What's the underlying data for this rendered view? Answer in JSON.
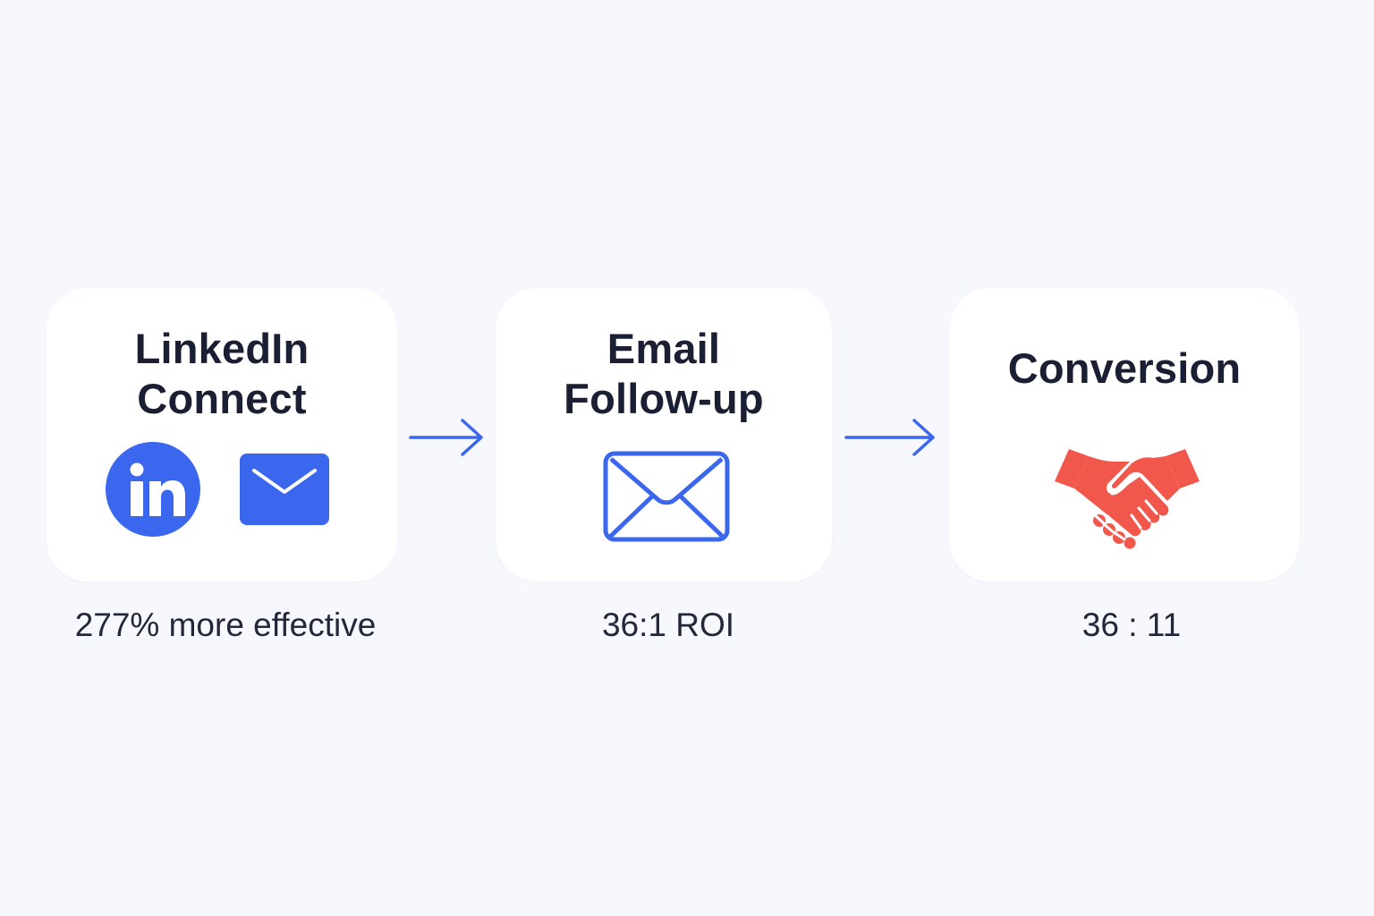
{
  "steps": [
    {
      "title": "LinkedIn\nConnect",
      "caption": "277% more effective",
      "icons": [
        "linkedin-icon",
        "mail-icon"
      ]
    },
    {
      "title": "Email\nFollow-up",
      "caption": "36:1 ROI",
      "icons": [
        "envelope-icon"
      ]
    },
    {
      "title": "Conversion",
      "caption": "36 : 11",
      "icons": [
        "handshake-icon"
      ]
    }
  ],
  "colors": {
    "background": "#f7f8fd",
    "card": "#ffffff",
    "text": "#1b1f33",
    "accent_blue": "#3a67ee",
    "accent_red": "#f2574b"
  }
}
